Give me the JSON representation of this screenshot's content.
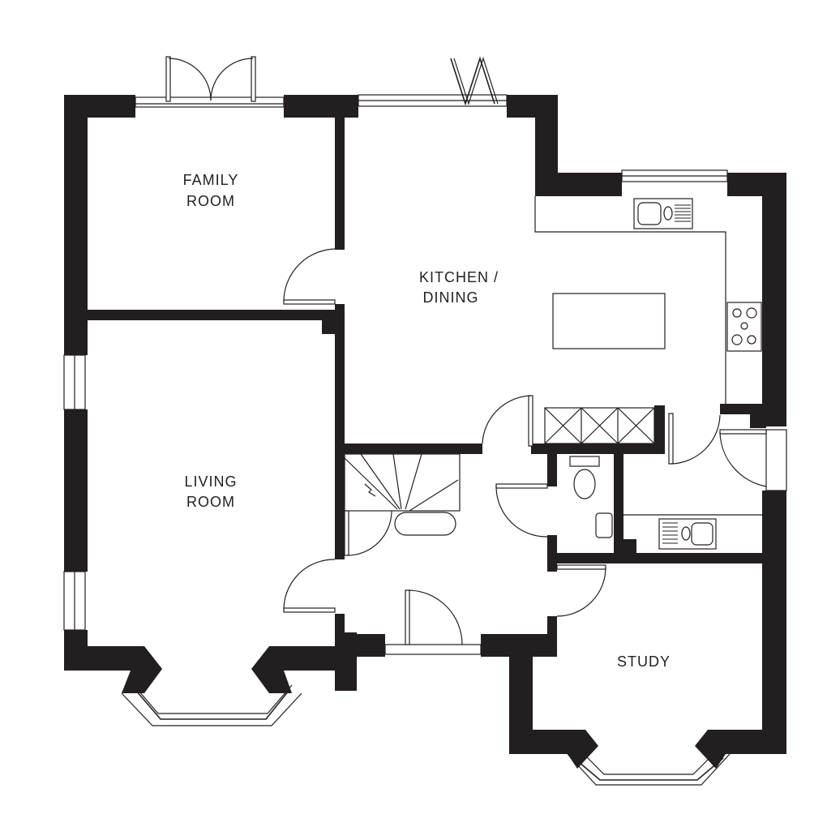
{
  "floor_plan": {
    "rooms": [
      {
        "id": "family-room",
        "line1": "FAMILY",
        "line2": "ROOM"
      },
      {
        "id": "kitchen-dining",
        "line1": "KITCHEN /",
        "line2": "DINING"
      },
      {
        "id": "living-room",
        "line1": "LIVING",
        "line2": "ROOM"
      },
      {
        "id": "study",
        "line1": "STUDY",
        "line2": ""
      }
    ],
    "colors": {
      "wall": "#231f20",
      "background": "#ffffff"
    }
  }
}
